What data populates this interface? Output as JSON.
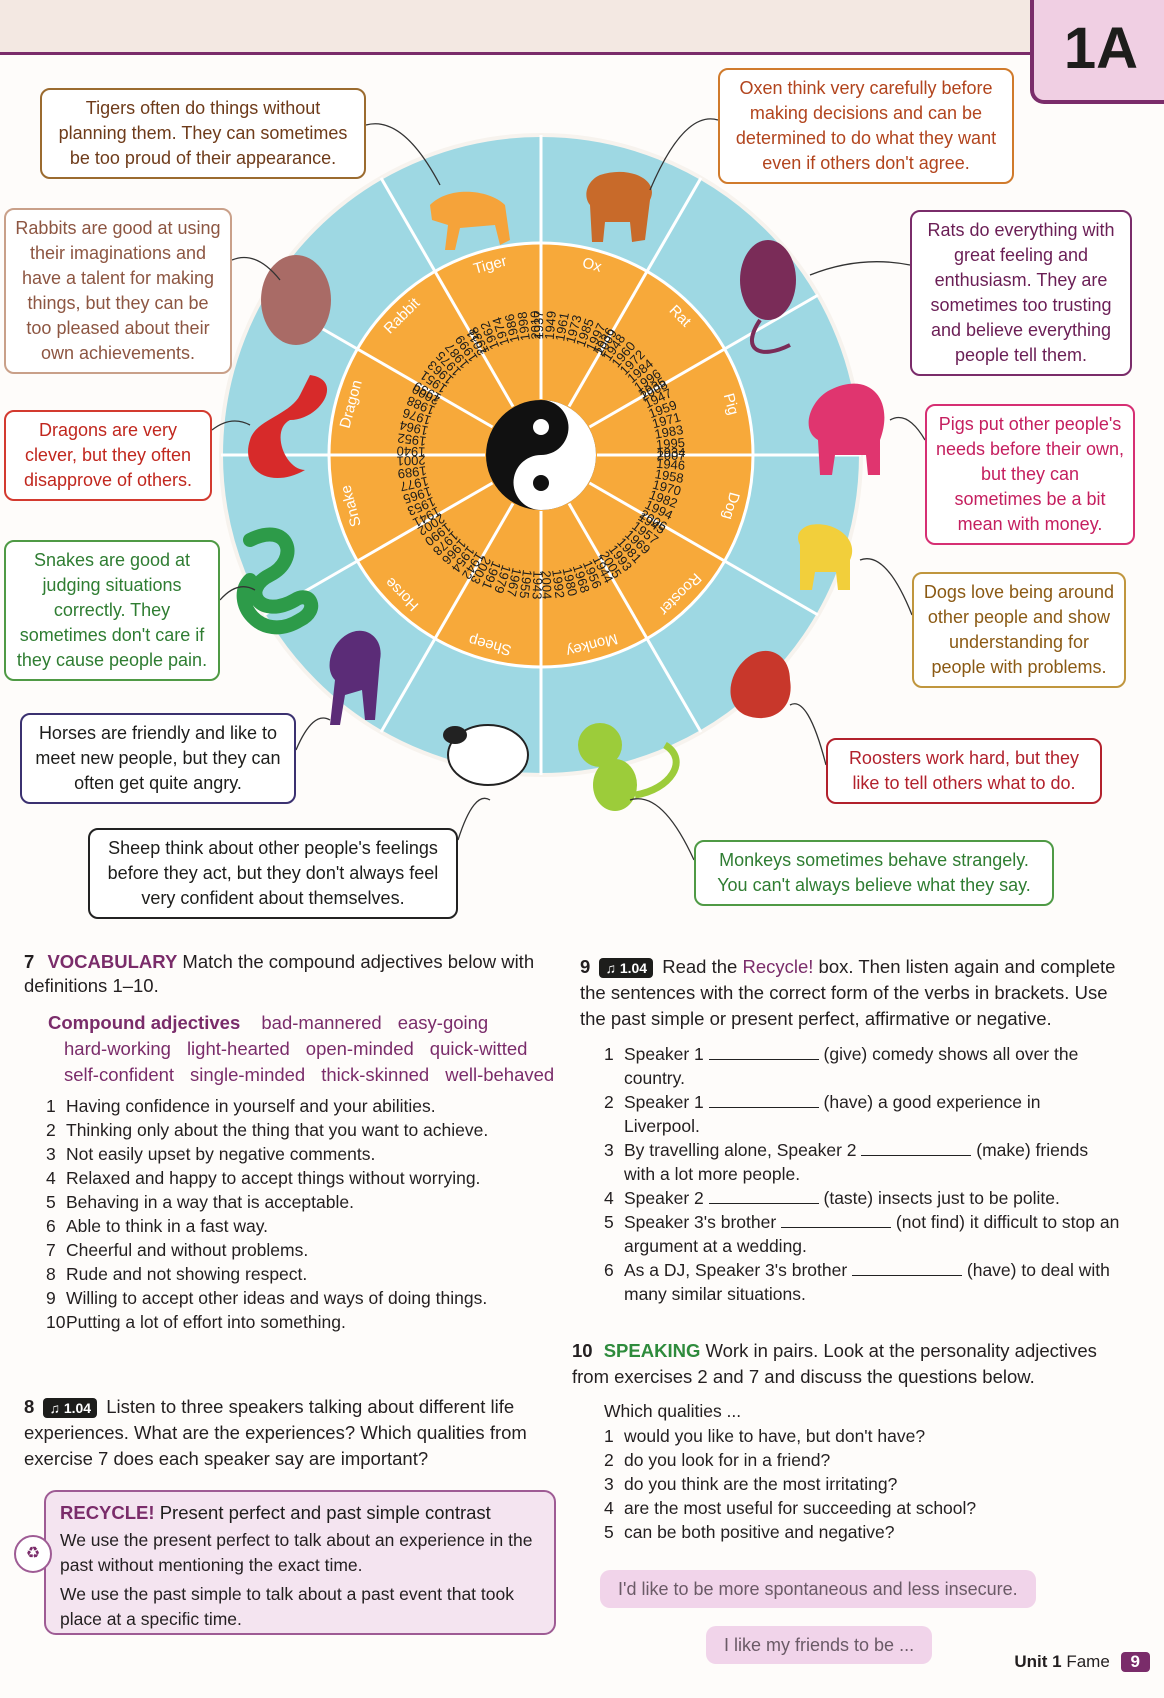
{
  "unit_badge": "1A",
  "wheel": {
    "animals": [
      {
        "name": "Rat",
        "years": [
          "1936",
          "1948",
          "1960",
          "1972",
          "1984",
          "1996",
          "2008"
        ]
      },
      {
        "name": "Ox",
        "years": [
          "1937",
          "1949",
          "1961",
          "1973",
          "1985",
          "1997",
          "2009"
        ]
      },
      {
        "name": "Tiger",
        "years": [
          "1938",
          "1962",
          "1974",
          "1986",
          "1998",
          "2010"
        ]
      },
      {
        "name": "Rabbit",
        "years": [
          "1939",
          "1951",
          "1963",
          "1975",
          "1987",
          "1999",
          "2011"
        ]
      },
      {
        "name": "Dragon",
        "years": [
          "1940",
          "1952",
          "1964",
          "1976",
          "1988",
          "2000"
        ]
      },
      {
        "name": "Snake",
        "years": [
          "1941",
          "1953",
          "1965",
          "1977",
          "1989",
          "2001"
        ]
      },
      {
        "name": "Horse",
        "years": [
          "1942",
          "1954",
          "1966",
          "1978",
          "1990",
          "2002"
        ]
      },
      {
        "name": "Sheep",
        "years": [
          "1943",
          "1955",
          "1967",
          "1979",
          "1991",
          "2003"
        ]
      },
      {
        "name": "Monkey",
        "years": [
          "1944",
          "1956",
          "1968",
          "1980",
          "1992",
          "2004"
        ]
      },
      {
        "name": "Rooster",
        "years": [
          "1945",
          "1957",
          "1969",
          "1981",
          "1993",
          "2005"
        ]
      },
      {
        "name": "Dog",
        "years": [
          "1934",
          "1946",
          "1958",
          "1970",
          "1982",
          "1994",
          "2006"
        ]
      },
      {
        "name": "Pig",
        "years": [
          "1935",
          "1947",
          "1959",
          "1971",
          "1983",
          "1995",
          "2007"
        ]
      }
    ]
  },
  "callouts": {
    "tiger": "Tigers often do things without planning them. They can sometimes be too proud of their appearance.",
    "ox": "Oxen think very carefully before making decisions and can be determined to do what they want even if others don't agree.",
    "rabbit": "Rabbits are good at using their imaginations and have a talent for making things, but they can be too pleased about their own achievements.",
    "rat": "Rats do everything with great feeling and enthusiasm. They are sometimes too trusting and believe everything people tell them.",
    "dragon": "Dragons are very clever, but they often disapprove of others.",
    "pig": "Pigs put other people's needs before their own, but they can sometimes be a bit mean with money.",
    "snake": "Snakes are good at judging situations correctly. They sometimes don't care if they cause people pain.",
    "dog": "Dogs love being around other people and show understanding for people with problems.",
    "horse": "Horses are friendly and like to meet new people, but they can often get quite angry.",
    "rooster": "Roosters work hard, but they like to tell others what to do.",
    "sheep": "Sheep think about other people's feelings before they act, but they don't always feel very confident about themselves.",
    "monkey": "Monkeys sometimes behave strangely. You can't always believe what they say."
  },
  "ex7": {
    "num": "7",
    "head": "VOCABULARY",
    "instr": "Match the compound adjectives below with definitions 1–10.",
    "box_label": "Compound adjectives",
    "adjectives": [
      "bad-mannered",
      "easy-going",
      "hard-working",
      "light-hearted",
      "open-minded",
      "quick-witted",
      "self-confident",
      "single-minded",
      "thick-skinned",
      "well-behaved"
    ],
    "items": [
      "Having confidence in yourself and your abilities.",
      "Thinking only about the thing that you want to achieve.",
      "Not easily upset by negative comments.",
      "Relaxed and happy to accept things without worrying.",
      "Behaving in a way that is acceptable.",
      "Able to think in a fast way.",
      "Cheerful and without problems.",
      "Rude and not showing respect.",
      "Willing to accept other ideas and ways of doing things.",
      "Putting a lot of effort into something."
    ]
  },
  "ex8": {
    "num": "8",
    "audio": "1.04",
    "text": "Listen to three speakers talking about different life experiences. What are the experiences? Which qualities from exercise 7 does each speaker say are important?"
  },
  "recycle": {
    "label": "RECYCLE!",
    "title": "Present perfect and past simple contrast",
    "p1": "We use the present perfect to talk about an experience in the past without mentioning the exact time.",
    "p2": "We use the past simple to talk about a past event that took place at a specific time."
  },
  "ex9": {
    "num": "9",
    "audio": "1.04",
    "pre": "Read the",
    "link": "Recycle!",
    "post": "box. Then listen again and complete the sentences with the correct form of the verbs in brackets. Use the past simple or present perfect, affirmative or negative.",
    "items": [
      {
        "a": "Speaker 1",
        "b": "(give) comedy shows all over the country."
      },
      {
        "a": "Speaker 1",
        "b": "(have) a good experience in Liverpool."
      },
      {
        "a": "By travelling alone, Speaker 2",
        "b": "(make) friends with a lot more people."
      },
      {
        "a": "Speaker 2",
        "b": "(taste) insects just to be polite."
      },
      {
        "a": "Speaker 3's brother",
        "b": "(not find) it difficult to stop an argument at a wedding."
      },
      {
        "a": "As a DJ, Speaker 3's brother",
        "b": "(have) to deal with many similar situations."
      }
    ]
  },
  "ex10": {
    "num": "10",
    "head": "SPEAKING",
    "instr": "Work in pairs. Look at the personality adjectives from exercises 2 and 7 and discuss the questions below.",
    "lead": "Which qualities ...",
    "items": [
      "would you like to have, but don't have?",
      "do you look for in a friend?",
      "do you think are the most irritating?",
      "are the most useful for succeeding at school?",
      "can be both positive and negative?"
    ],
    "bubble1": "I'd like to be more spontaneous and less insecure.",
    "bubble2": "I like my friends to be ..."
  },
  "footer": {
    "unit": "Unit 1",
    "section": "Fame",
    "page": "9"
  }
}
